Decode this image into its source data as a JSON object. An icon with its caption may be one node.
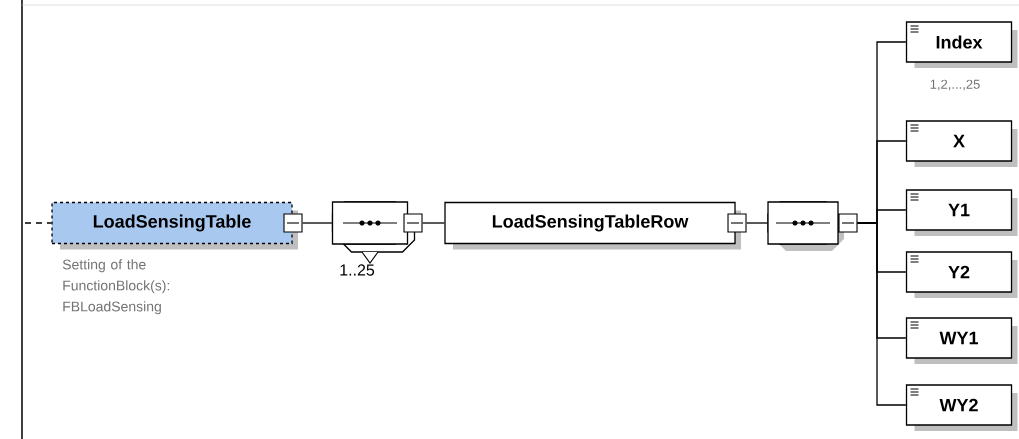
{
  "diagram": {
    "nodes": [
      {
        "text": [
          "LoadSensingTable"
        ],
        "beside": [
          "Setting of the FunctionBlock(s): FBLoadSensing"
        ]
      },
      {
        "text": [],
        "shape": "octagon",
        "beside": [
          "1..25"
        ]
      },
      {
        "text": [
          "LoadSensingTableRow"
        ]
      },
      {
        "text": [],
        "shape": "octagon"
      },
      {
        "text": [
          "Index"
        ],
        "beside": [
          "1,2,...,25"
        ]
      },
      {
        "text": [
          "X"
        ]
      },
      {
        "text": [
          "Y1"
        ]
      },
      {
        "text": [
          "Y2"
        ]
      },
      {
        "text": [
          "WY1"
        ]
      },
      {
        "text": [
          "WY2"
        ]
      }
    ],
    "edges": [
      {
        "from": null,
        "to": 0,
        "arrow": "none",
        "style": "dashed"
      },
      {
        "from": 0,
        "to": 1,
        "arrow": "none"
      },
      {
        "from": 1,
        "to": 2,
        "arrow": "none"
      },
      {
        "from": 2,
        "to": 3,
        "arrow": "none"
      },
      {
        "from": 3,
        "to": 4,
        "arrow": "none"
      },
      {
        "from": 3,
        "to": 5,
        "arrow": "none"
      },
      {
        "from": 3,
        "to": 6,
        "arrow": "none"
      },
      {
        "from": 3,
        "to": 7,
        "arrow": "none"
      },
      {
        "from": 3,
        "to": 8,
        "arrow": "none"
      },
      {
        "from": 3,
        "to": 9,
        "arrow": "none"
      }
    ]
  }
}
